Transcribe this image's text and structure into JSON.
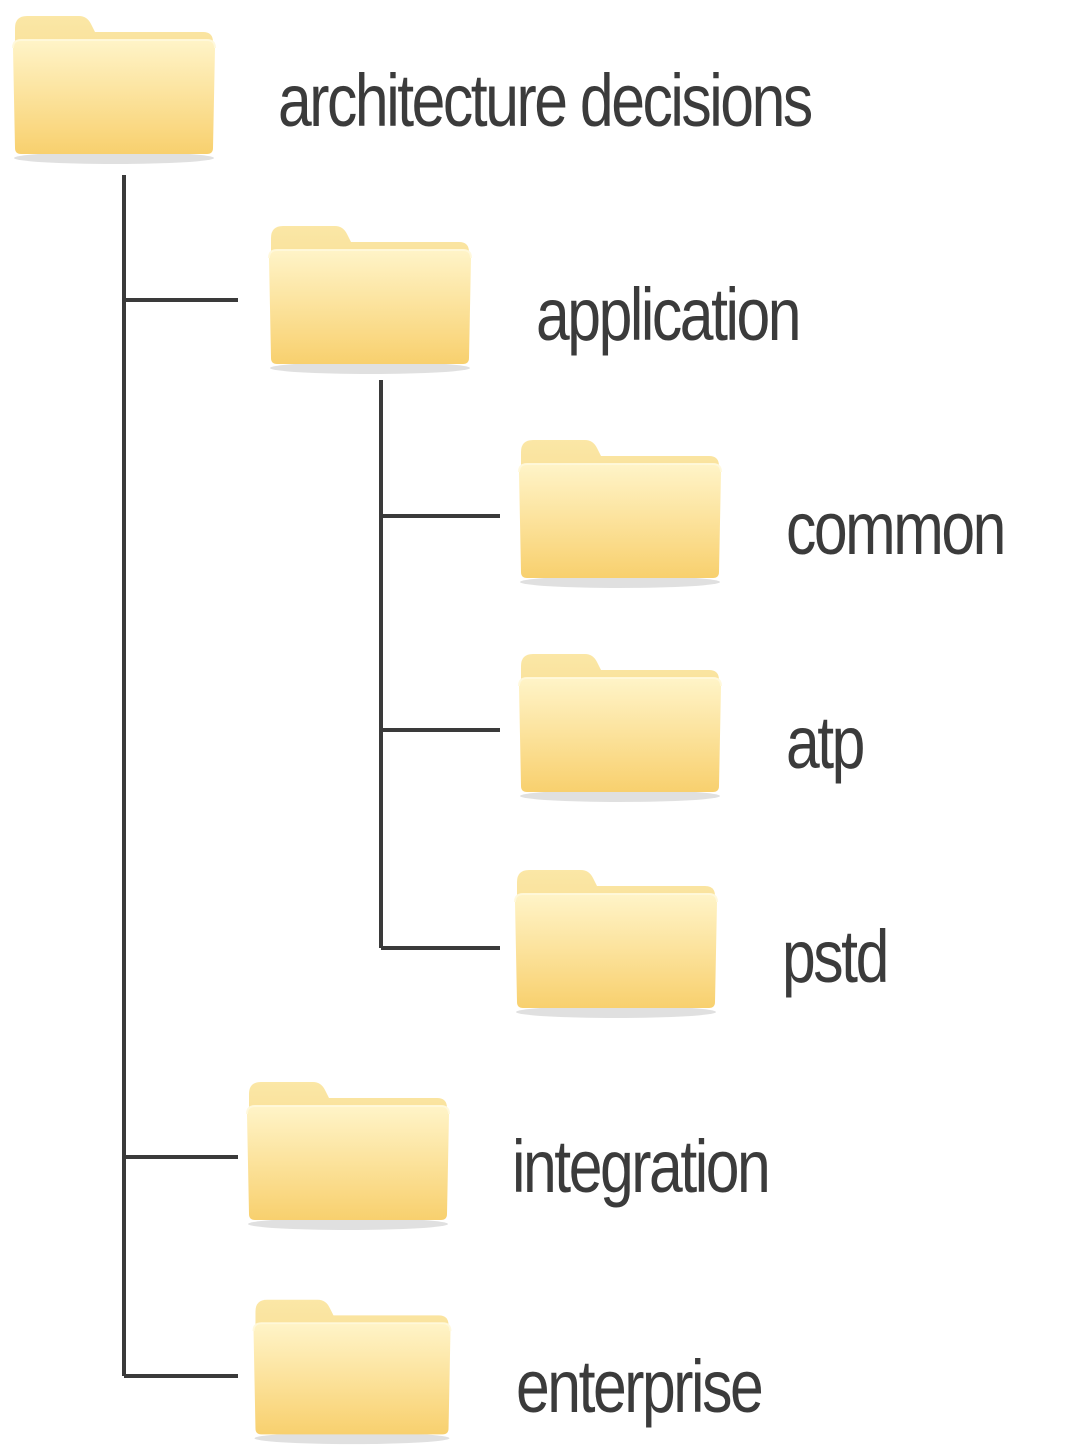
{
  "tree": {
    "root": {
      "label": "architecture decisions",
      "icon": "folder-icon",
      "children": [
        {
          "label": "application",
          "icon": "folder-icon",
          "children": [
            {
              "label": "common",
              "icon": "folder-icon"
            },
            {
              "label": "atp",
              "icon": "folder-icon"
            },
            {
              "label": "pstd",
              "icon": "folder-icon"
            }
          ]
        },
        {
          "label": "integration",
          "icon": "folder-icon"
        },
        {
          "label": "enterprise",
          "icon": "folder-icon"
        }
      ]
    }
  },
  "colors": {
    "connector": "#3a3a3a",
    "label": "#3b3b3b",
    "folder_front_light": "#fff4c8",
    "folder_front_dark": "#f8d06e",
    "folder_back": "#f3d27e"
  }
}
